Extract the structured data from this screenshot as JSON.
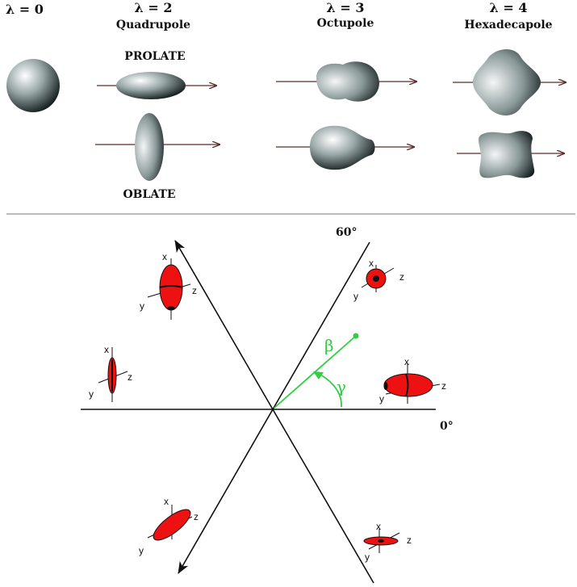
{
  "top": {
    "columns": [
      {
        "lambda": "λ = 0",
        "name": ""
      },
      {
        "lambda": "λ = 2",
        "name": "Quadrupole"
      },
      {
        "lambda": "λ = 3",
        "name": "Octupole"
      },
      {
        "lambda": "λ = 4",
        "name": "Hexadecapole"
      }
    ],
    "prolate_label": "PROLATE",
    "oblate_label": "OBLATE"
  },
  "bottom": {
    "angle_60": "60°",
    "angle_0": "0°",
    "beta": "β",
    "gamma": "γ",
    "axis_x": "x",
    "axis_y": "y",
    "axis_z": "z"
  },
  "colors": {
    "line": "#111111",
    "arrow": "#5a2a2a",
    "accent_green": "#33cc44",
    "nucleus_red": "#ee1111"
  }
}
